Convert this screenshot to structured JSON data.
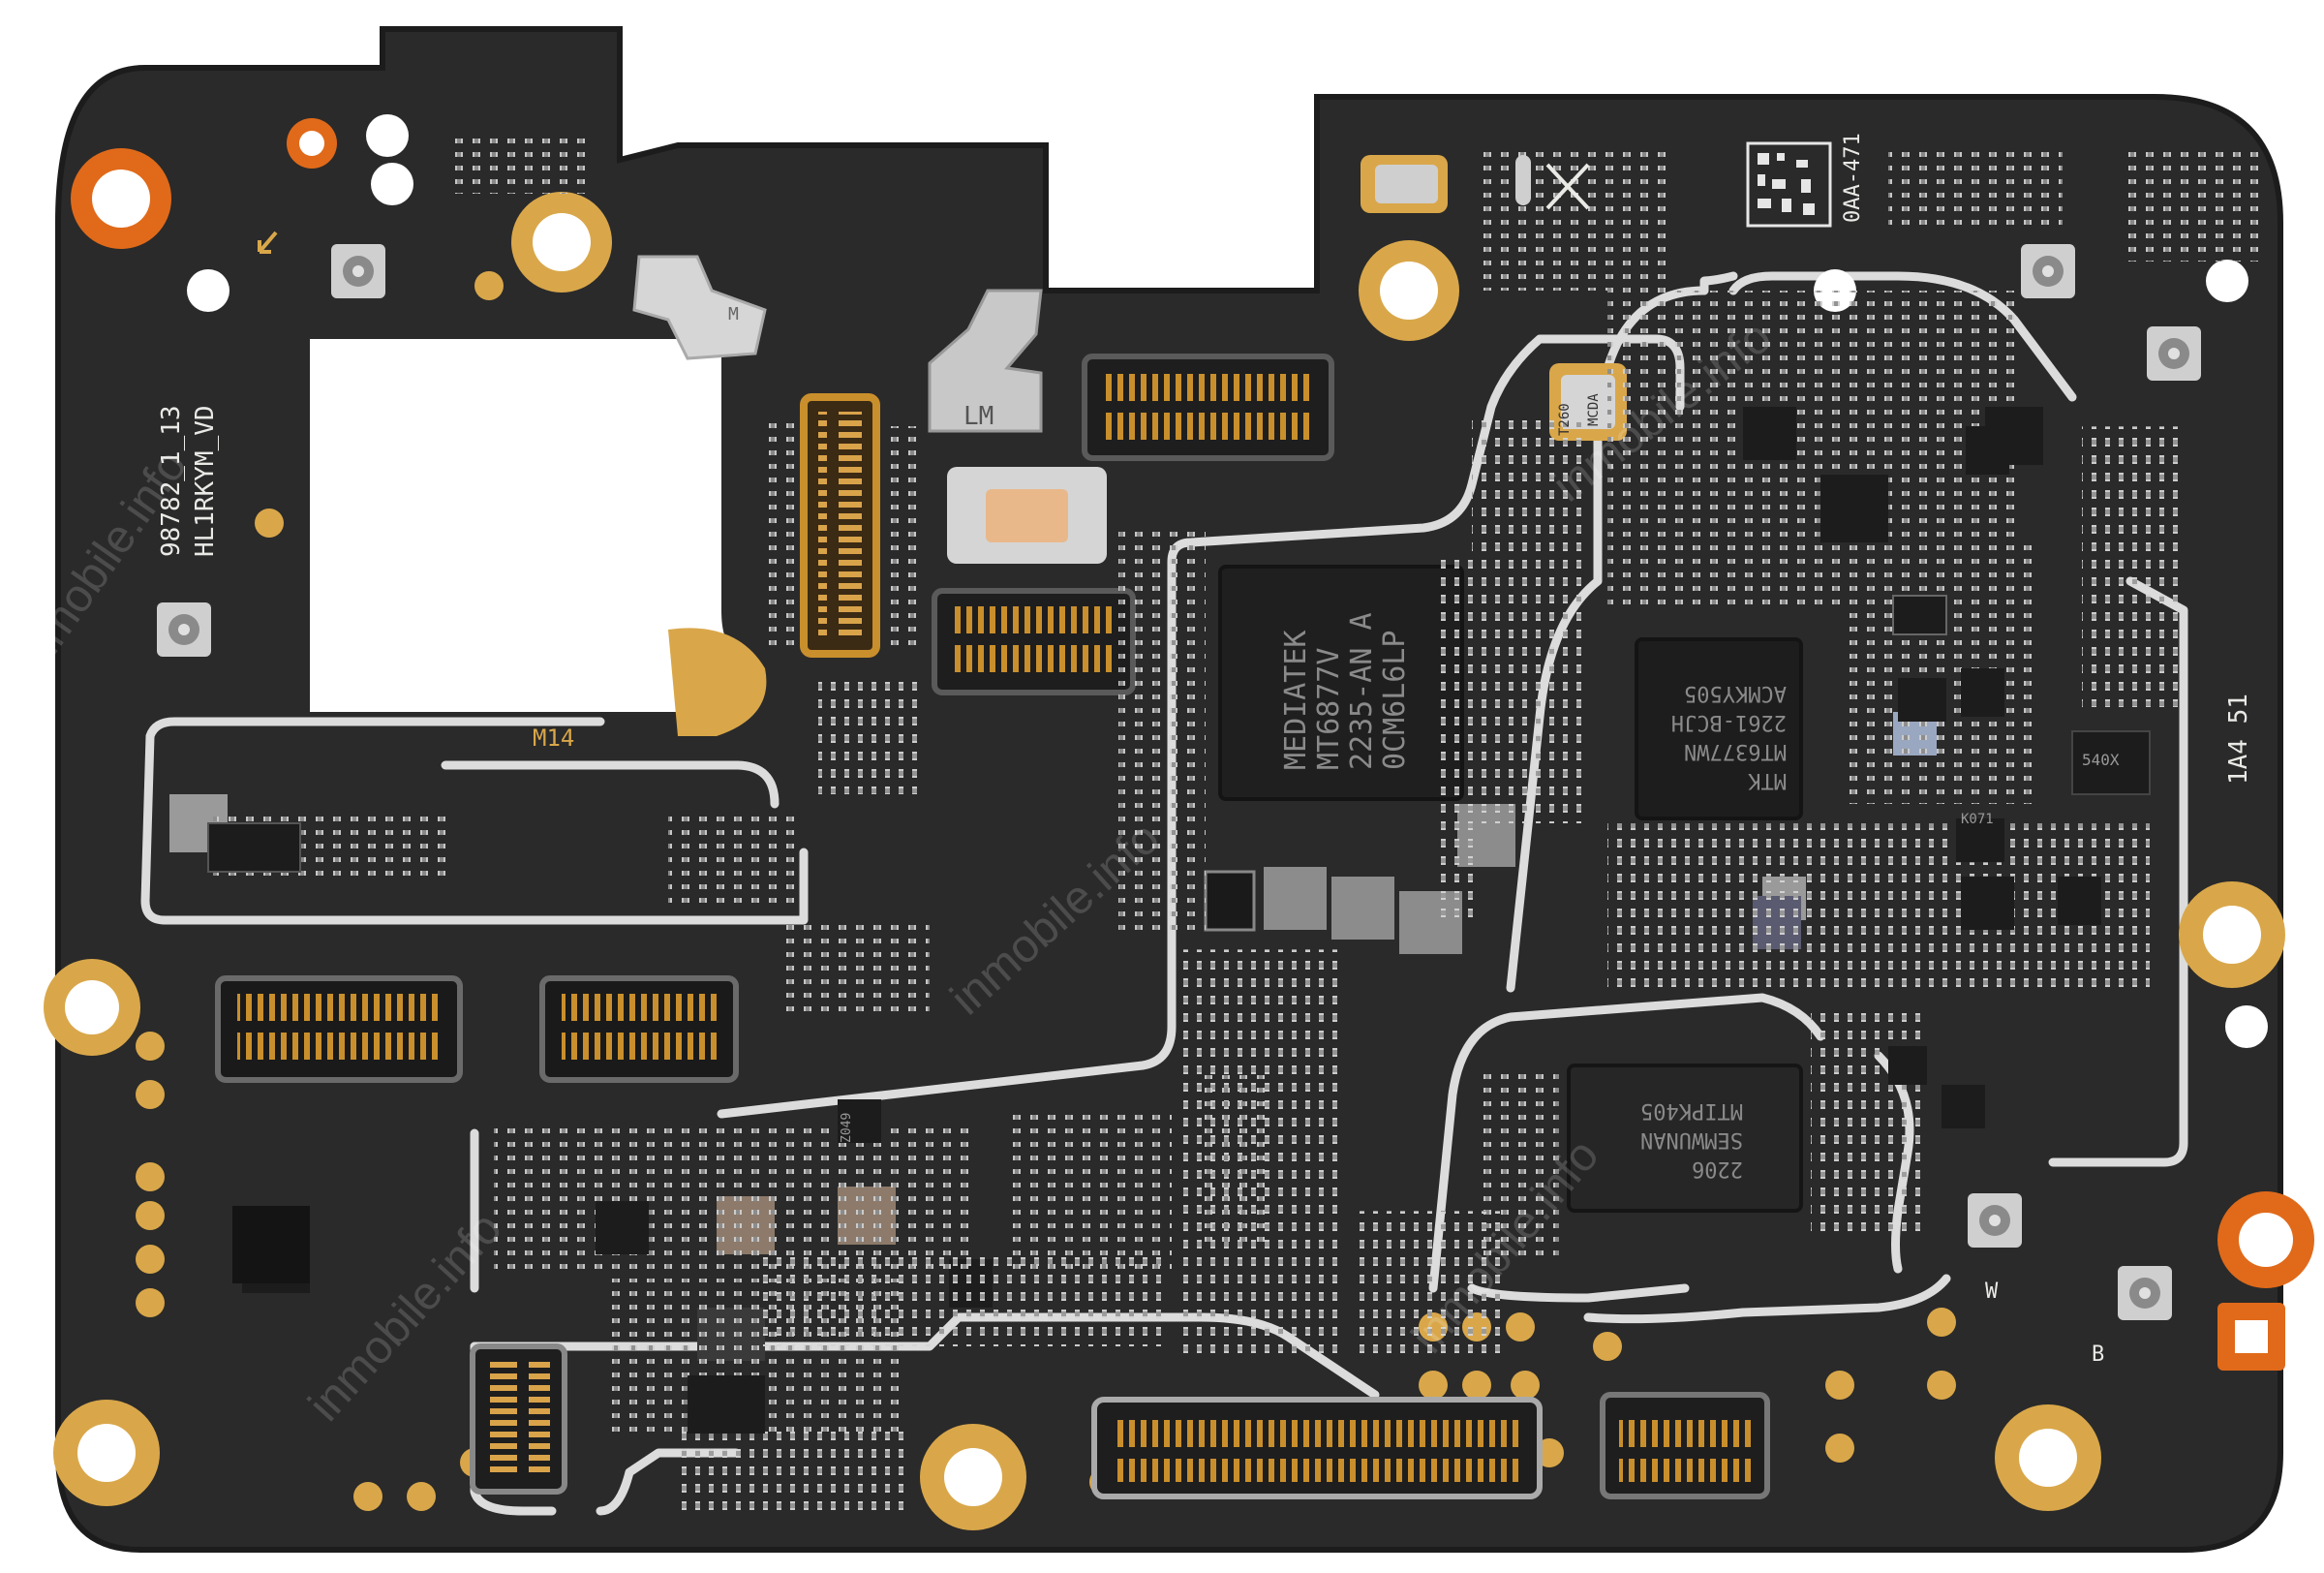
{
  "board": {
    "subject": "smartphone main logic board (PCB), component side",
    "colors": {
      "pcb": "#2a2a2a",
      "pcb_edge": "#1c1c1c",
      "gold": "#d9a74a",
      "gold_light": "#e9c47a",
      "copper_orange": "#e06a1a",
      "shield_silver": "#d6d6d6",
      "connector_gold": "#c98f2c",
      "silkscreen": "#e9e9e6"
    }
  },
  "silkscreen": {
    "board_id_line1": "98782_1_13",
    "board_id_line2": "HL1RKYM_VD",
    "label_m14": "M14",
    "label_m": "M",
    "label_lm": "LM",
    "label_w": "W",
    "label_b": "B",
    "code_top_right": "0AA-471",
    "code_side": "1A4 51"
  },
  "chips": {
    "soc_brand": "MEDIATEK",
    "soc_model": "MT6877V",
    "soc_line3": "2235-AN A",
    "soc_line4": "0CM6L6LP",
    "pmic_brand": "MTK",
    "pmic_model": "MT6377WN",
    "pmic_line3": "2261-BCJH",
    "pmic_line4": "ACMKY505",
    "memory_line1": "2206",
    "memory_line2": "SEMWUNAN",
    "memory_line3": "MTIPK405",
    "small_t260": "T260",
    "small_mcda": "MCDA",
    "small_k071": "K071",
    "small_zt49": "Z049",
    "small_540x": "540X"
  },
  "watermark": {
    "text": "inmobile.info"
  }
}
